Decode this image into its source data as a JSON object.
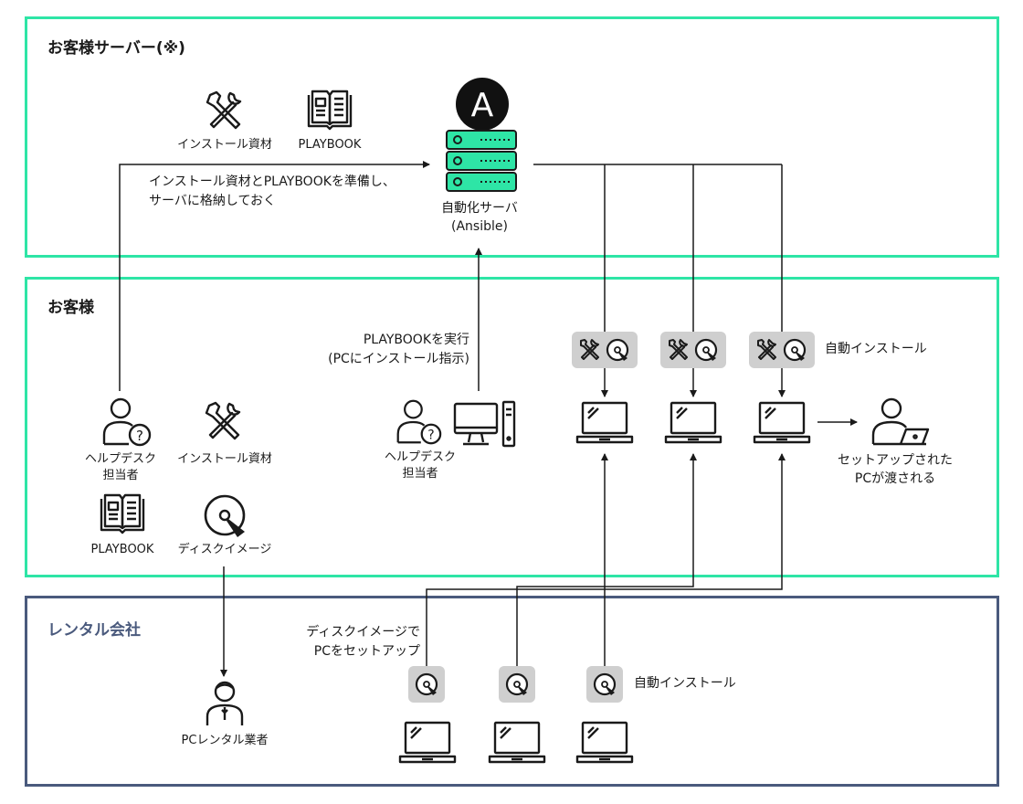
{
  "colors": {
    "green_frame": "#2ee5a6",
    "navy_frame": "#4a5a7d",
    "rental_title": "#4a5a7d",
    "server_fill": "#2ee5a6",
    "badge_bg": "#cfcfcf",
    "line": "#1a1a1a"
  },
  "zones": {
    "server": {
      "title": "お客様サーバー(※)"
    },
    "customer": {
      "title": "お客様"
    },
    "rental": {
      "title": "レンタル会社"
    }
  },
  "server_zone": {
    "install_material_label": "インストール資材",
    "playbook_label": "PLAYBOOK",
    "prepare_note_line1": "インストール資材とPLAYBOOKを準備し、",
    "prepare_note_line2": "サーバに格納しておく",
    "automation_server_line1": "自動化サーバ",
    "automation_server_line2": "(Ansible)",
    "ansible_logo_letter": "A"
  },
  "customer_zone": {
    "helpdesk_label_line1": "ヘルプデスク",
    "helpdesk_label_line2": "担当者",
    "install_material_label": "インストール資材",
    "playbook_label": "PLAYBOOK",
    "disk_image_label": "ディスクイメージ",
    "run_playbook_line1": "PLAYBOOKを実行",
    "run_playbook_line2": "(PCにインストール指示)",
    "helpdesk2_label_line1": "ヘルプデスク",
    "helpdesk2_label_line2": "担当者",
    "auto_install_label": "自動インストール",
    "setup_done_line1": "セットアップされた",
    "setup_done_line2": "PCが渡される"
  },
  "rental_zone": {
    "disk_setup_line1": "ディスクイメージで",
    "disk_setup_line2": "PCをセットアップ",
    "auto_install_label": "自動インストール",
    "vendor_label": "PCレンタル業者"
  }
}
